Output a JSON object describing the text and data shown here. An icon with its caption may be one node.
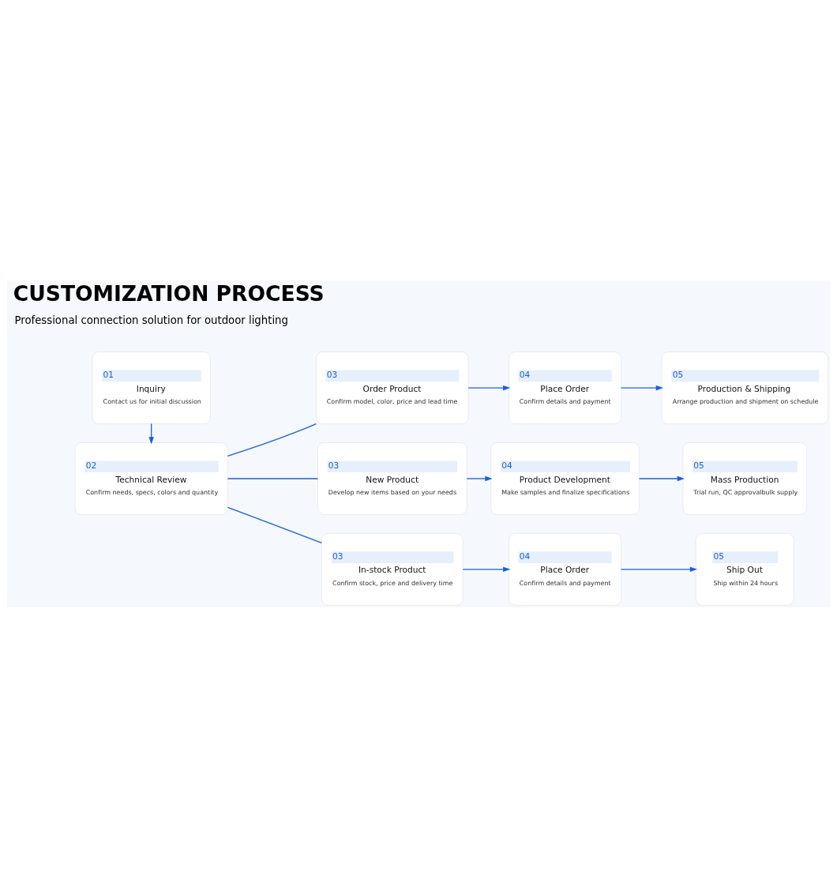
{
  "diagram": {
    "title": "CUSTOMIZATION PROCESS",
    "nodes": [
      {
        "text": [
          "01",
          "Inquiry",
          "Contact us for initial discussion"
        ]
      },
      {
        "text": [
          "03",
          "Order Product",
          "Confirm model, color, price and lead time"
        ]
      },
      {
        "text": [
          "04",
          "Place Order",
          "Confirm details and payment"
        ]
      },
      {
        "text": [
          "05",
          "Production & Shipping",
          "Arrange production and shipment on schedule"
        ]
      },
      {
        "text": [
          "02",
          "Technical Review",
          "Confirm needs, specs, colors and quantity"
        ]
      },
      {
        "text": [
          "03",
          "New Product",
          "Develop new items based on your needs"
        ]
      },
      {
        "text": [
          "04",
          "Product Development",
          "Make samples and finalize specifications"
        ]
      },
      {
        "text": [
          "05",
          "Mass Production",
          "Trial run, QC approvalbulk supply"
        ]
      },
      {
        "text": [
          "03",
          "In-stock Product",
          "Confirm stock, price and delivery time"
        ]
      },
      {
        "text": [
          "04",
          "Place Order",
          "Confirm details and payment"
        ]
      },
      {
        "text": [
          "05",
          "Ship Out",
          "Ship within 24 hours"
        ]
      }
    ],
    "edges": [
      {
        "from": 0,
        "to": 4,
        "arrow": "to"
      },
      {
        "from": 4,
        "to": 1,
        "arrow": "none"
      },
      {
        "from": 4,
        "to": 5,
        "arrow": "none"
      },
      {
        "from": 4,
        "to": 8,
        "arrow": "none"
      },
      {
        "from": 1,
        "to": 2,
        "arrow": "to"
      },
      {
        "from": 2,
        "to": 3,
        "arrow": "to"
      },
      {
        "from": 5,
        "to": 6,
        "arrow": "to"
      },
      {
        "from": 6,
        "to": 7,
        "arrow": "to"
      },
      {
        "from": 8,
        "to": 9,
        "arrow": "to"
      },
      {
        "from": 9,
        "to": 10,
        "arrow": "to"
      }
    ],
    "labels": [
      "Professional connection solution for outdoor lighting"
    ]
  }
}
